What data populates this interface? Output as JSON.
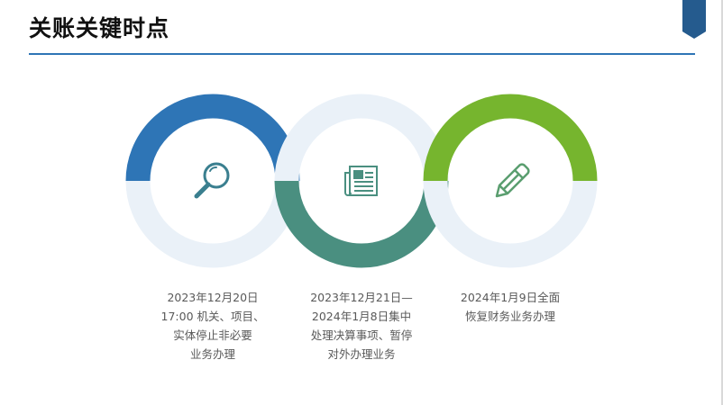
{
  "title": "关账关键时点",
  "colors": {
    "blue": "#2e75b6",
    "teal": "#4a8f80",
    "green": "#76b52e",
    "light": "#eaf1f8"
  },
  "milestones": [
    {
      "icon": "magnifier-icon",
      "lines": [
        "2023年12月20日",
        "17:00 机关、项目、",
        "实体停止非必要",
        "业务办理"
      ]
    },
    {
      "icon": "newspaper-icon",
      "lines": [
        "2023年12月21日—",
        "2024年1月8日集中",
        "处理决算事项、暂停",
        "对外办理业务"
      ]
    },
    {
      "icon": "pencil-icon",
      "lines": [
        "2024年1月9日全面",
        "恢复财务业务办理"
      ]
    }
  ]
}
